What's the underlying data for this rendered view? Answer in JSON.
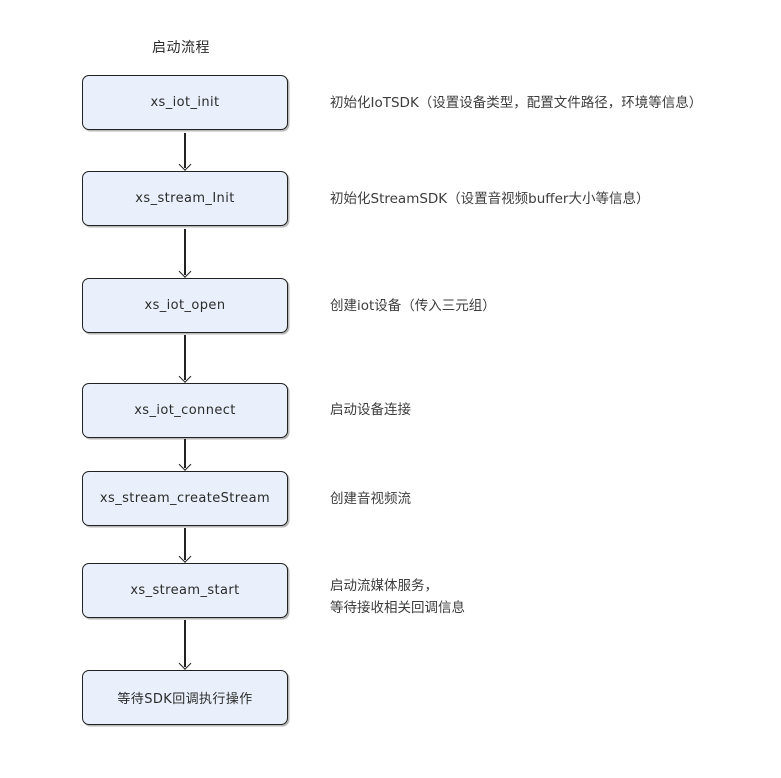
{
  "title": "启动流程",
  "nodes": [
    {
      "label": "xs_iot_init",
      "note": "初始化IoTSDK（设置设备类型，配置文件路径，环境等信息）"
    },
    {
      "label": "xs_stream_Init",
      "note": "初始化StreamSDK（设置音视频buffer大小等信息）"
    },
    {
      "label": "xs_iot_open",
      "note": "创建iot设备（传入三元组）"
    },
    {
      "label": "xs_iot_connect",
      "note": "启动设备连接"
    },
    {
      "label": "xs_stream_createStream",
      "note": "创建音视频流"
    },
    {
      "label": "xs_stream_start",
      "note": "启动流媒体服务，\n等待接收相关回调信息"
    },
    {
      "label": "等待SDK回调执行操作",
      "note": ""
    }
  ],
  "colors": {
    "node_fill": "#e9f0fb",
    "node_border": "#222222",
    "arrow": "#222222",
    "text": "#2b2b2b",
    "note_text": "#3c3c3c",
    "background": "#ffffff"
  }
}
